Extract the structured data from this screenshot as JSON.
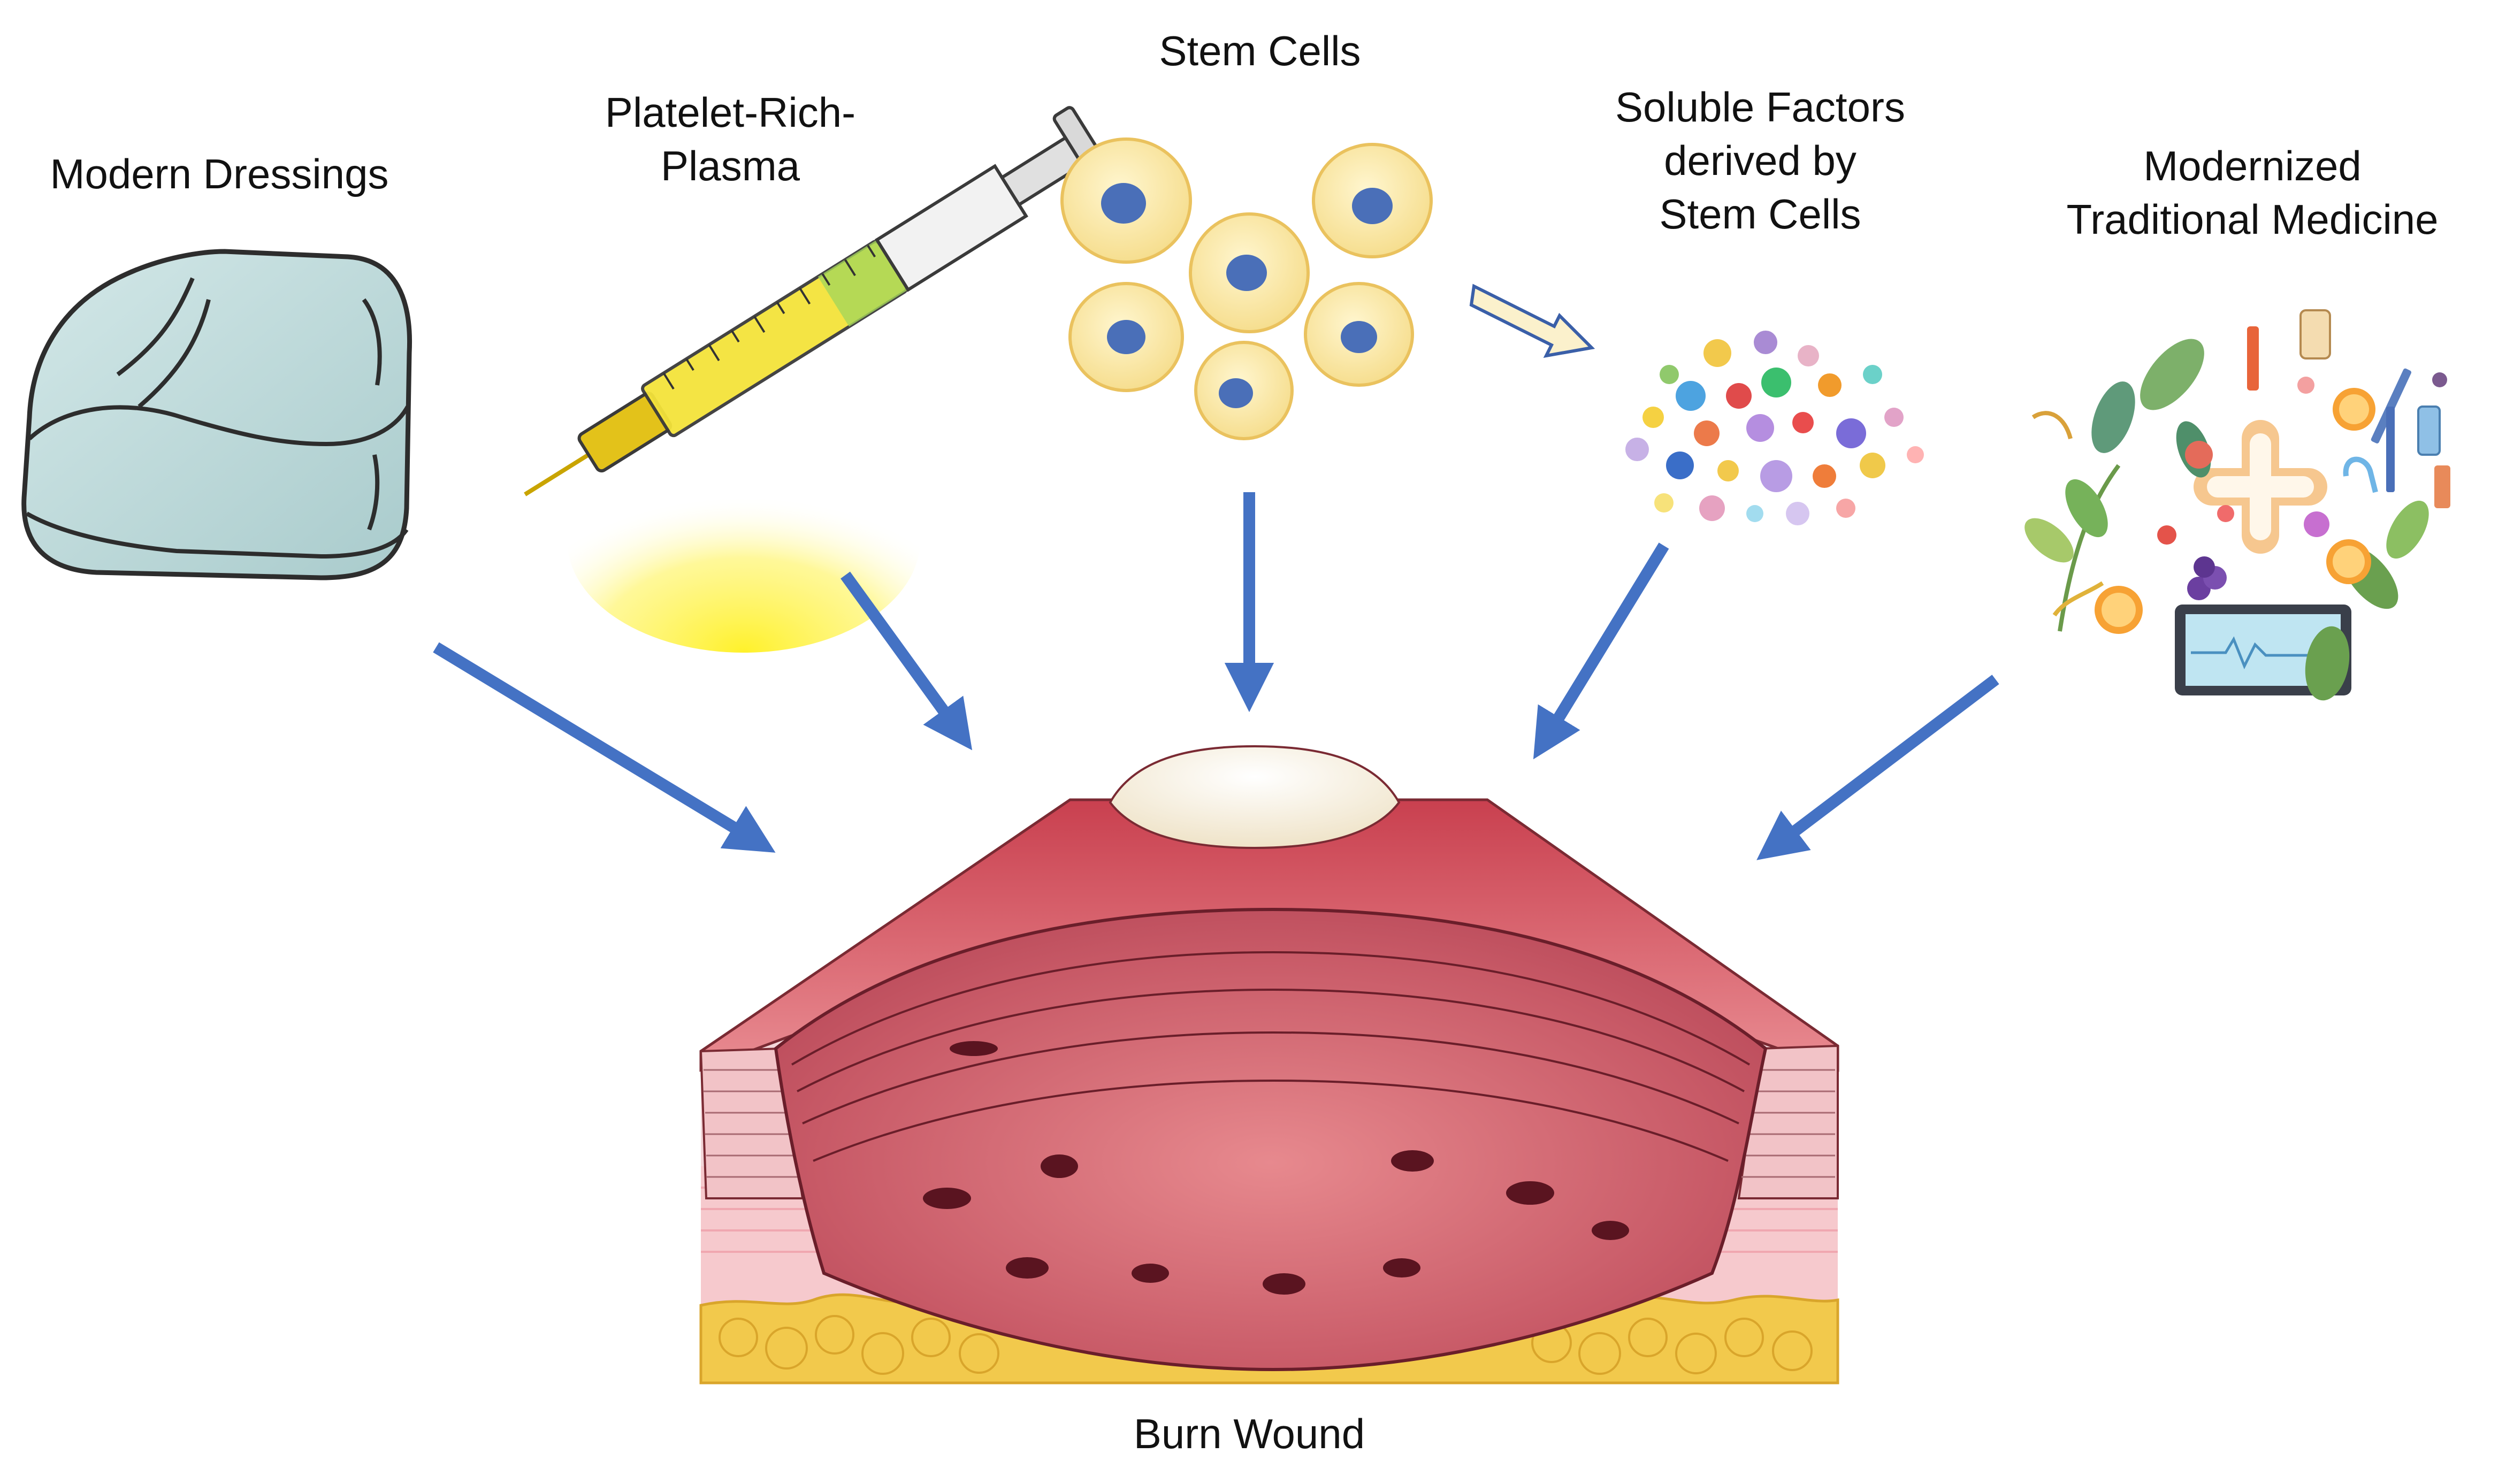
{
  "treatments": {
    "modern_dressings": "Modern Dressings",
    "prp": "Platelet-Rich-\nPlasma",
    "stem_cells": "Stem Cells",
    "soluble_factors": "Soluble Factors\nderived by\nStem Cells",
    "traditional_medicine": "Modernized\nTraditional Medicine"
  },
  "target": {
    "label": "Burn Wound"
  },
  "colors": {
    "arrow": "#4472c4",
    "wound_red": "#d35a66",
    "wound_pink": "#e8959b",
    "fat_yellow": "#f2c94c",
    "cell_fill": "#f8e7a7",
    "cell_nucleus": "#4a6fb8",
    "dressing_fill": "#bcd7d8",
    "syringe_yellow": "#f4e33a"
  }
}
